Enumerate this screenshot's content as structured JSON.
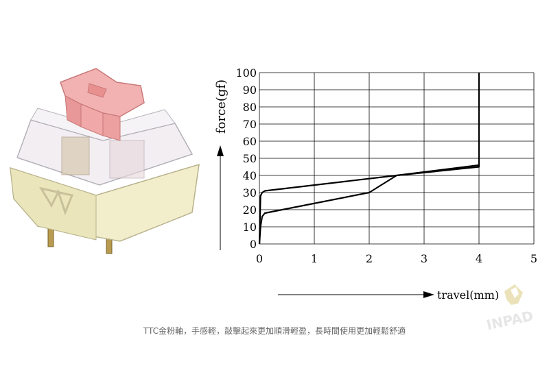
{
  "chart_data": {
    "type": "line",
    "xlabel": "travel(mm)",
    "ylabel": "force(gf)",
    "xlim": [
      0,
      5
    ],
    "ylim": [
      0,
      100
    ],
    "xticks": [
      "0",
      "1",
      "2",
      "3",
      "4",
      "5"
    ],
    "yticks": [
      "0",
      "10",
      "20",
      "30",
      "40",
      "50",
      "60",
      "70",
      "80",
      "90",
      "100"
    ],
    "grid": true,
    "series": [
      {
        "x": [
          0,
          0.02,
          0.05,
          0.1,
          2.0,
          2.5,
          4.0,
          4.0
        ],
        "y": [
          0,
          10,
          16,
          18,
          30,
          40,
          45,
          100
        ]
      },
      {
        "x": [
          4.0,
          2.5,
          0.1,
          0.05,
          0.02,
          0
        ],
        "y": [
          46,
          40,
          31,
          30,
          28,
          0
        ]
      }
    ]
  },
  "caption": "TTC金粉軸，手感輕，敲擊起來更加順滑輕盈，長時間使用更加輕鬆舒適",
  "watermark": {
    "text": "INPAD",
    "color": "#d4c068"
  },
  "product": {
    "stem_color": "#f0a8a8",
    "housing_color": "#f0ecc8",
    "icon": "mechanical-switch-icon"
  }
}
